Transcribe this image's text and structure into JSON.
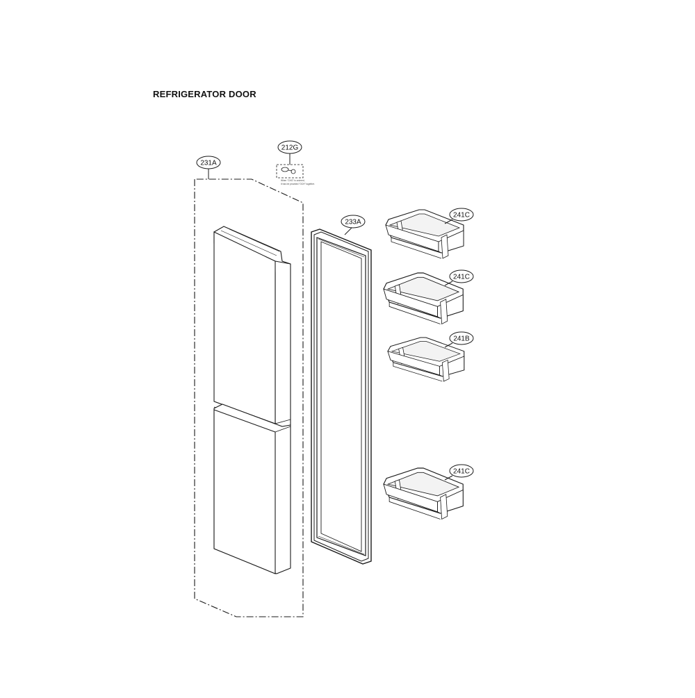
{
  "title": "REFRIGERATOR DOOR",
  "callouts": {
    "door_assembly": "231A",
    "hinge_kit": "212G",
    "gasket": "233A",
    "basket_top": "241C",
    "basket_second": "241C",
    "basket_third": "241B",
    "basket_bottom": "241C"
  },
  "hinge_note": {
    "line1": "When \"CHG\" is ordered,",
    "line2": "It has be provided   \"OCH\" together."
  },
  "colors": {
    "line": "#1a1a1a",
    "fill": "#ffffff",
    "shade": "#e9e9e9"
  }
}
